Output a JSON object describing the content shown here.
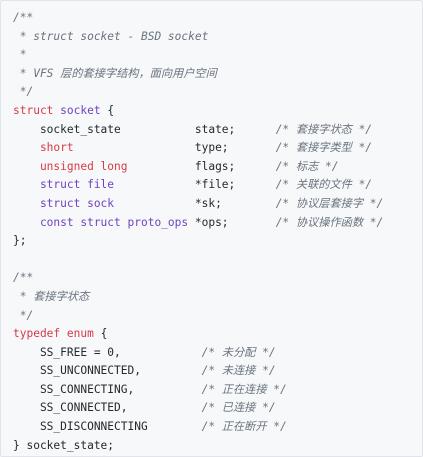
{
  "lines": [
    {
      "parts": [
        {
          "t": "/**",
          "c": "c"
        }
      ]
    },
    {
      "parts": [
        {
          "t": " * struct socket - BSD socket",
          "c": "c"
        }
      ]
    },
    {
      "parts": [
        {
          "t": " *",
          "c": "c"
        }
      ]
    },
    {
      "parts": [
        {
          "t": " * VFS 层的套接字结构，面向用户空间",
          "c": "c"
        }
      ]
    },
    {
      "parts": [
        {
          "t": " */",
          "c": "c"
        }
      ]
    },
    {
      "parts": [
        {
          "t": "struct",
          "c": "k"
        },
        {
          "t": " ",
          "c": "p"
        },
        {
          "t": "socket",
          "c": "t"
        },
        {
          "t": " {",
          "c": "p"
        }
      ]
    },
    {
      "parts": [
        {
          "t": "    socket_state           ",
          "c": "s"
        },
        {
          "t": "state;      ",
          "c": "s"
        },
        {
          "t": "/* 套接字状态 */",
          "c": "c"
        }
      ]
    },
    {
      "parts": [
        {
          "t": "    short                  ",
          "c": "k"
        },
        {
          "t": "type;       ",
          "c": "s"
        },
        {
          "t": "/* 套接字类型 */",
          "c": "c"
        }
      ]
    },
    {
      "parts": [
        {
          "t": "    unsigned long          ",
          "c": "k"
        },
        {
          "t": "flags;      ",
          "c": "s"
        },
        {
          "t": "/* 标志 */",
          "c": "c"
        }
      ]
    },
    {
      "parts": [
        {
          "t": "    struct file            ",
          "c": "t"
        },
        {
          "t": "*file;      ",
          "c": "s"
        },
        {
          "t": "/* 关联的文件 */",
          "c": "c"
        }
      ]
    },
    {
      "parts": [
        {
          "t": "    struct sock            ",
          "c": "t"
        },
        {
          "t": "*sk;        ",
          "c": "s"
        },
        {
          "t": "/* 协议层套接字 */",
          "c": "c"
        }
      ]
    },
    {
      "parts": [
        {
          "t": "    const struct proto_ops ",
          "c": "t"
        },
        {
          "t": "*ops;       ",
          "c": "s"
        },
        {
          "t": "/* 协议操作函数 */",
          "c": "c"
        }
      ]
    },
    {
      "parts": [
        {
          "t": "};",
          "c": "p"
        }
      ]
    },
    {
      "parts": [
        {
          "t": "",
          "c": "p"
        }
      ]
    },
    {
      "parts": [
        {
          "t": "/**",
          "c": "c"
        }
      ]
    },
    {
      "parts": [
        {
          "t": " * 套接字状态",
          "c": "c"
        }
      ]
    },
    {
      "parts": [
        {
          "t": " */",
          "c": "c"
        }
      ]
    },
    {
      "parts": [
        {
          "t": "typedef",
          "c": "k"
        },
        {
          "t": " ",
          "c": "p"
        },
        {
          "t": "enum",
          "c": "k"
        },
        {
          "t": " {",
          "c": "p"
        }
      ]
    },
    {
      "parts": [
        {
          "t": "    SS_FREE = 0,            ",
          "c": "s"
        },
        {
          "t": "/* 未分配 */",
          "c": "c"
        }
      ]
    },
    {
      "parts": [
        {
          "t": "    SS_UNCONNECTED,         ",
          "c": "s"
        },
        {
          "t": "/* 未连接 */",
          "c": "c"
        }
      ]
    },
    {
      "parts": [
        {
          "t": "    SS_CONNECTING,          ",
          "c": "s"
        },
        {
          "t": "/* 正在连接 */",
          "c": "c"
        }
      ]
    },
    {
      "parts": [
        {
          "t": "    SS_CONNECTED,           ",
          "c": "s"
        },
        {
          "t": "/* 已连接 */",
          "c": "c"
        }
      ]
    },
    {
      "parts": [
        {
          "t": "    SS_DISCONNECTING        ",
          "c": "s"
        },
        {
          "t": "/* 正在断开 */",
          "c": "c"
        }
      ]
    },
    {
      "parts": [
        {
          "t": "} socket_state;",
          "c": "p"
        }
      ]
    }
  ]
}
